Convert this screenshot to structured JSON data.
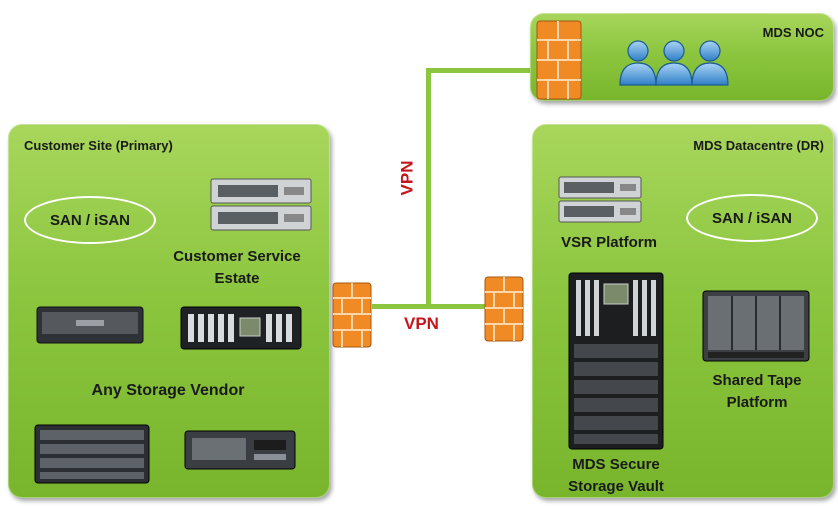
{
  "connections": {
    "vpn_vertical": "VPN",
    "vpn_horizontal": "VPN"
  },
  "noc": {
    "title": "MDS NOC",
    "icons": [
      "firewall-icon",
      "users-icon"
    ]
  },
  "customer_site": {
    "title": "Customer Site (Primary)",
    "san_label": "SAN / iSAN",
    "service_estate_label": "Customer Service Estate",
    "storage_vendor_label": "Any Storage Vendor",
    "icons": [
      "rack-server-icon",
      "storage-array-icon",
      "tower-server-icon"
    ]
  },
  "datacentre": {
    "title": "MDS Datacentre (DR)",
    "san_label": "SAN / iSAN",
    "vsr_label": "VSR Platform",
    "tape_label": "Shared Tape Platform",
    "vault_label": "MDS Secure Storage Vault",
    "icons": [
      "rack-server-icon",
      "storage-cabinet-icon",
      "tape-library-icon"
    ]
  },
  "colors": {
    "panel_green": "#8cc63f",
    "vpn_red": "#c4161c",
    "link_green": "#8cc63f",
    "firewall_orange": "#f08a24"
  }
}
